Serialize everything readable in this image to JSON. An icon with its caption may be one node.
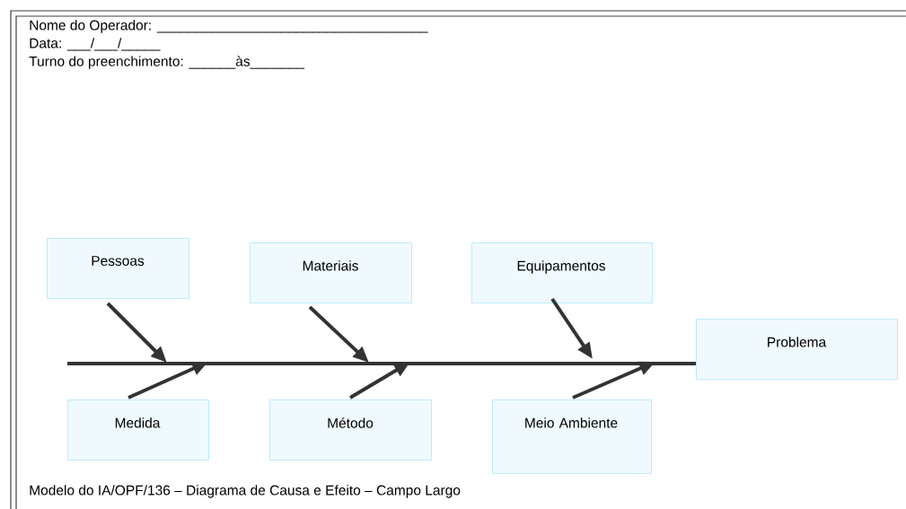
{
  "diagram": {
    "caption": "Modelo do IA/OPF/136 – Diagrama de Causa e Efeito – Campo Largo",
    "nodes": [
      {
        "text": [
          "Pessoas"
        ]
      },
      {
        "text": [
          "Materiais"
        ]
      },
      {
        "text": [
          "Equipamentos"
        ]
      },
      {
        "text": [
          "Problema"
        ]
      },
      {
        "text": [
          "Medida"
        ]
      },
      {
        "text": [
          "Método"
        ]
      },
      {
        "text": [
          "Meio Ambiente"
        ]
      }
    ],
    "edges": [
      {
        "from": null,
        "to": 3,
        "arrow": "none"
      },
      {
        "from": 0,
        "to": null,
        "arrow": "to"
      },
      {
        "from": 1,
        "to": null,
        "arrow": "to"
      },
      {
        "from": 2,
        "to": null,
        "arrow": "to"
      },
      {
        "from": 4,
        "to": null,
        "arrow": "to"
      },
      {
        "from": 5,
        "to": null,
        "arrow": "to"
      },
      {
        "from": 6,
        "to": null,
        "arrow": "to"
      }
    ],
    "labels": [
      "Nome do Operador: ___________________________________",
      "Data: ___/___/_____",
      "Turno do preenchimento: ______às_______"
    ]
  }
}
